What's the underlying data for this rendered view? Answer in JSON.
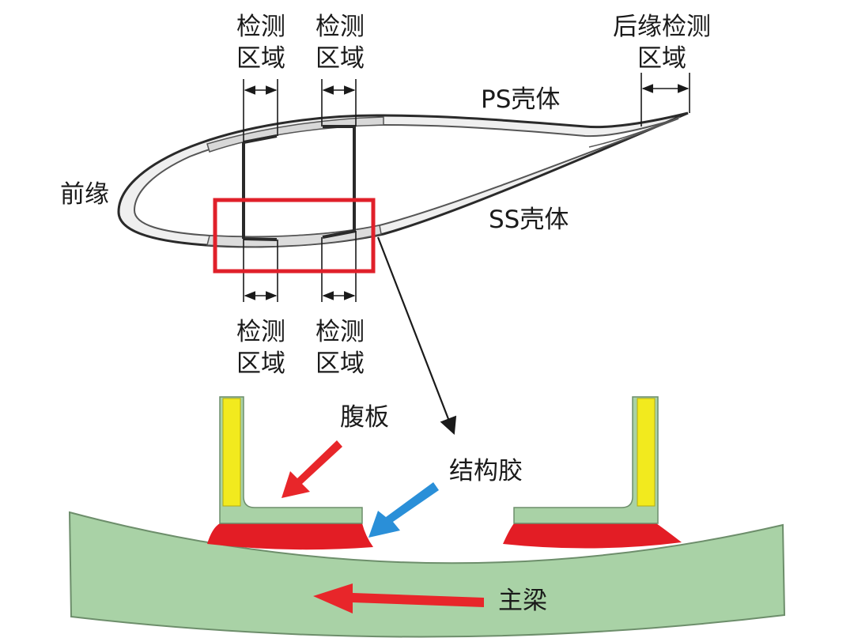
{
  "labels": {
    "detect_line1": "检测",
    "detect_line2": "区域",
    "trailing_line1": "后缘检测",
    "trailing_line2": "区域",
    "ps_shell": "PS壳体",
    "ss_shell": "SS壳体",
    "leading_edge": "前缘",
    "web": "腹板",
    "adhesive": "结构胶",
    "main_beam": "主梁"
  },
  "colors": {
    "beam_fill": "#a9d2a6",
    "beam_stroke": "#6d8e6b",
    "adhesive_red": "#e31d25",
    "web_fill": "#a9d2a6",
    "core_yellow": "#f2ea1e",
    "arrow_red": "#e8262a",
    "arrow_blue": "#2a8fd8",
    "highlight_box": "#e0202a",
    "outline": "#2a2a2a"
  }
}
